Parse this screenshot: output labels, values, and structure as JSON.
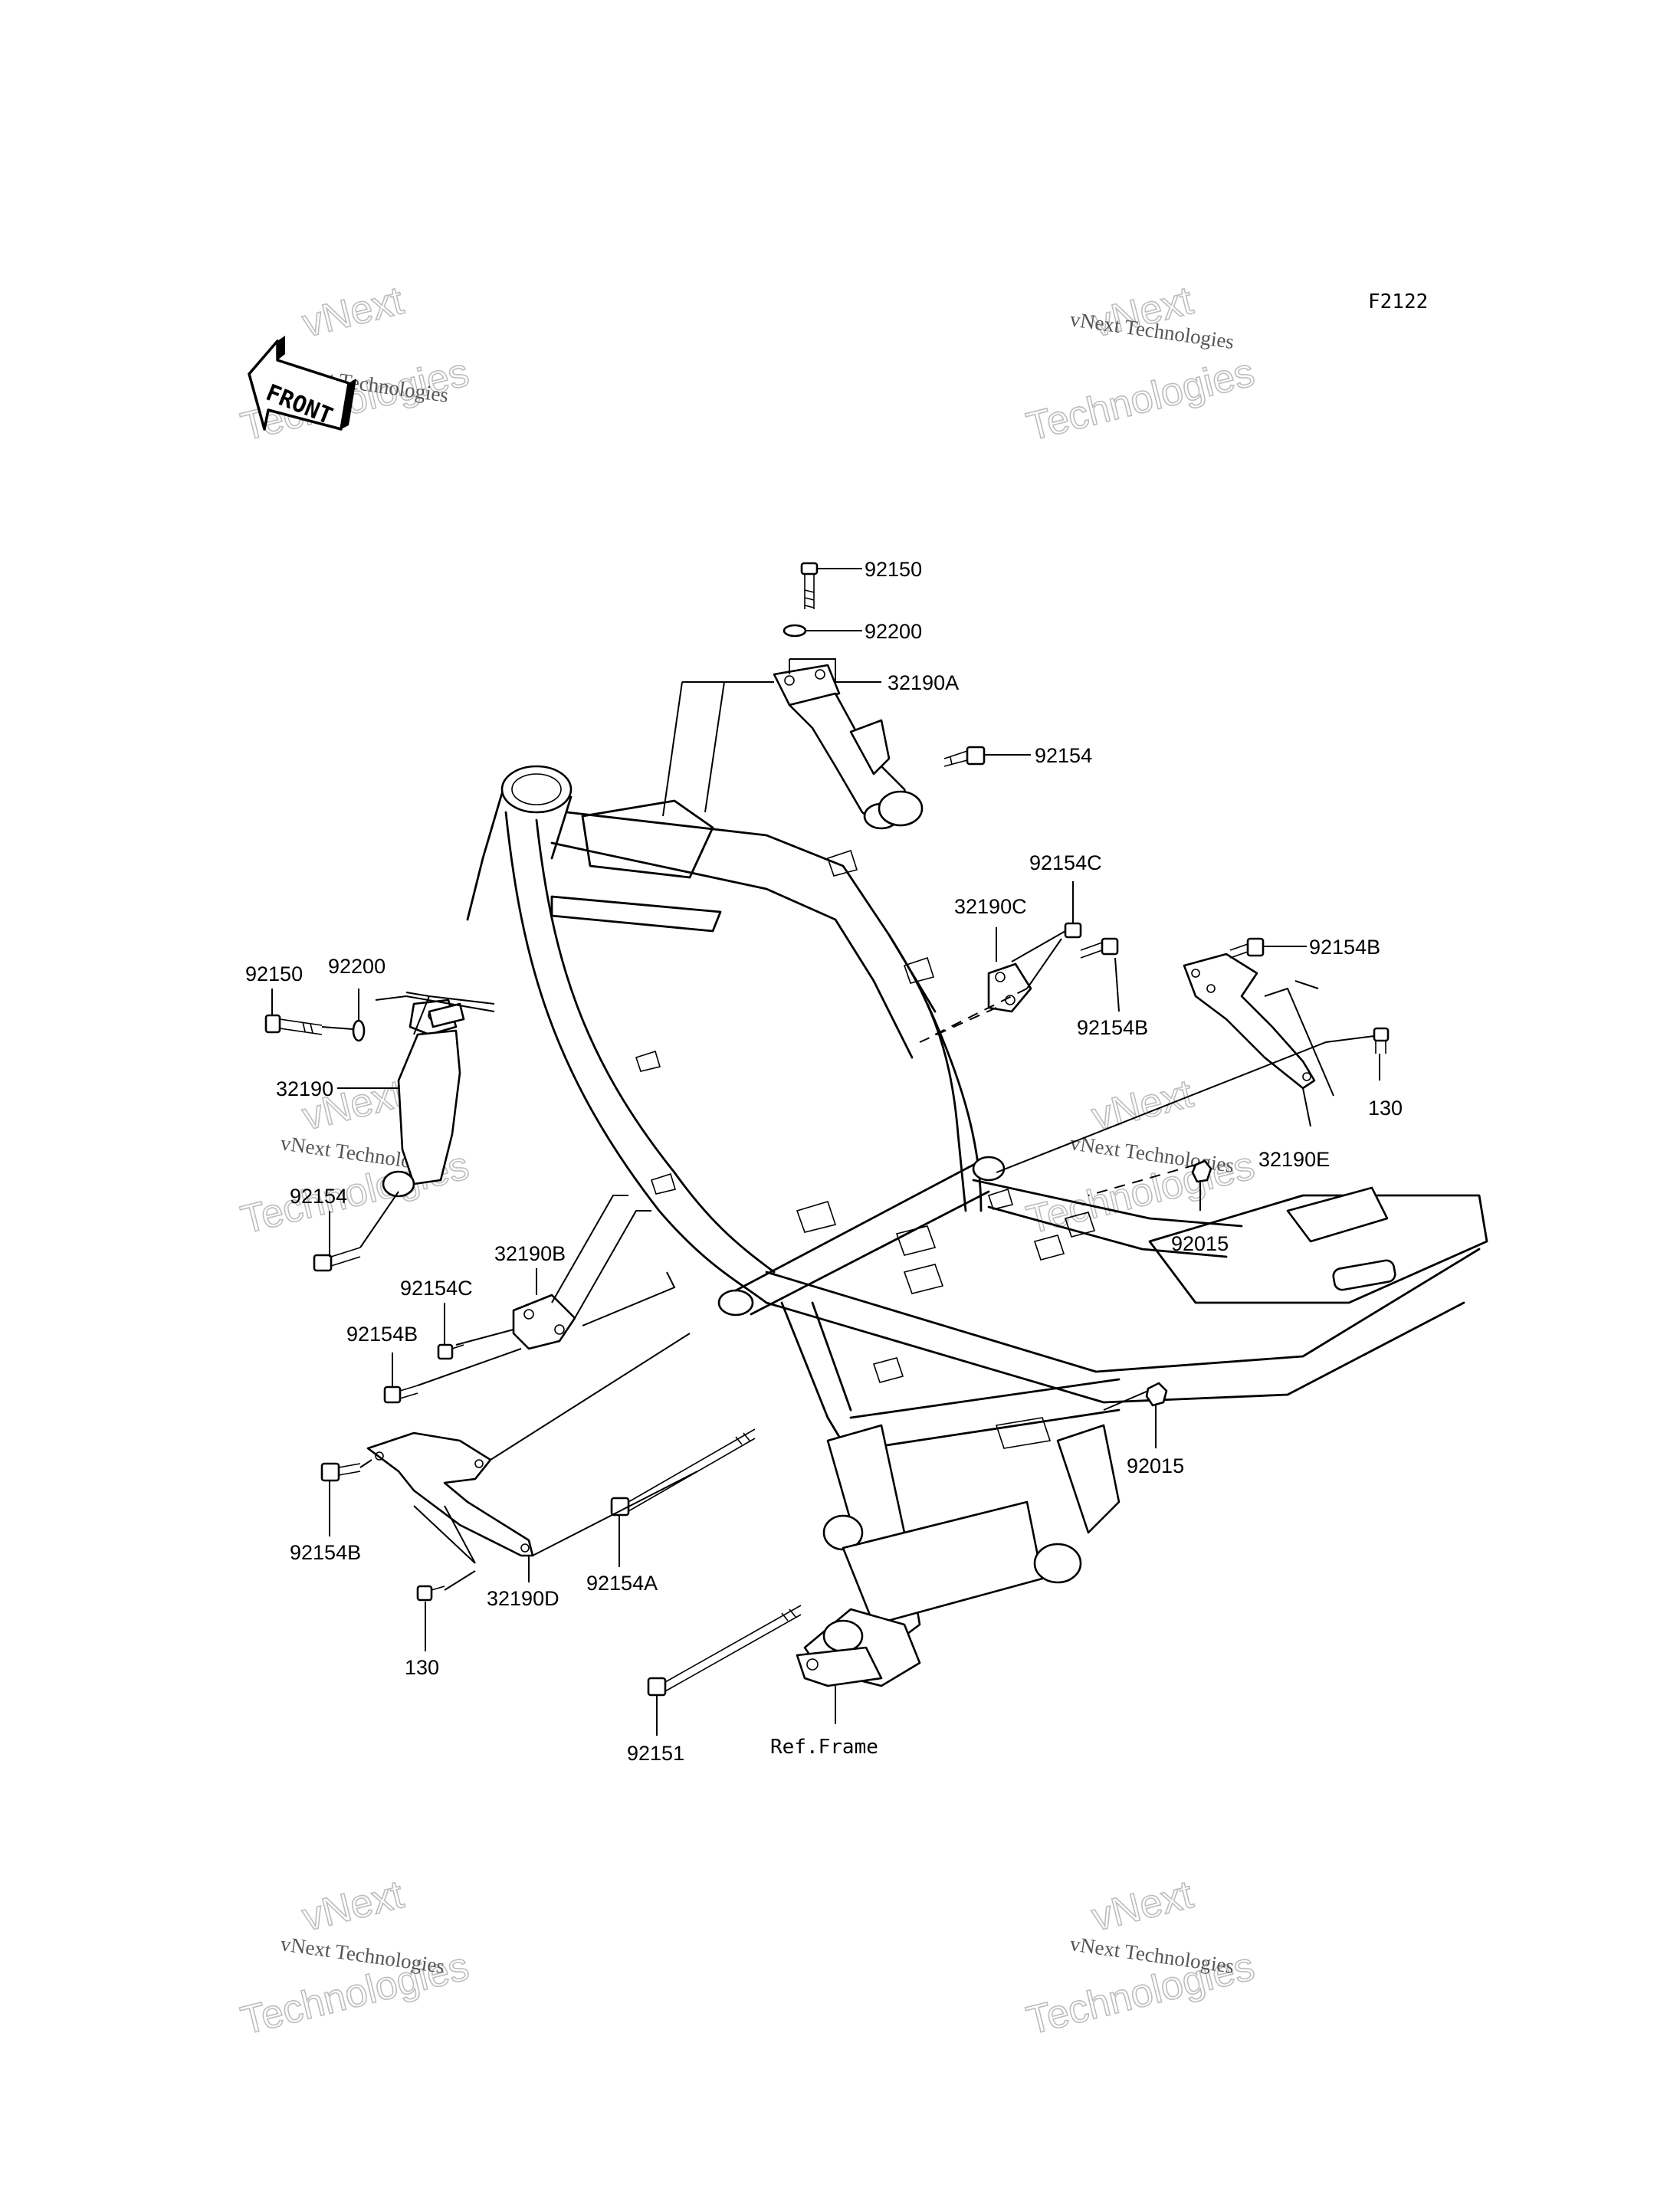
{
  "figure_code": "F2122",
  "front_arrow": "FRONT",
  "watermark": {
    "small": "vNext Technologies",
    "big_1": "vNext",
    "big_2": "Technologies"
  },
  "labels": {
    "p92150_top": "92150",
    "p92200_top": "92200",
    "p32190A": "32190A",
    "p92154_top": "92154",
    "p92154C_right": "92154C",
    "p32190C": "32190C",
    "p92154B_right": "92154B",
    "p92154B_far_right": "92154B",
    "p130_right": "130",
    "p32190E": "32190E",
    "p92015_upper": "92015",
    "p92150_left": "92150",
    "p92200_left": "92200",
    "p32190": "32190",
    "p92154_left": "92154",
    "p32190B": "32190B",
    "p92154C_left": "92154C",
    "p92154B_left": "92154B",
    "p92154B_lower": "92154B",
    "p130_left": "130",
    "p32190D": "32190D",
    "p92154A": "92154A",
    "p92015_lower": "92015",
    "p92151": "92151",
    "ref_frame": "Ref.Frame"
  }
}
